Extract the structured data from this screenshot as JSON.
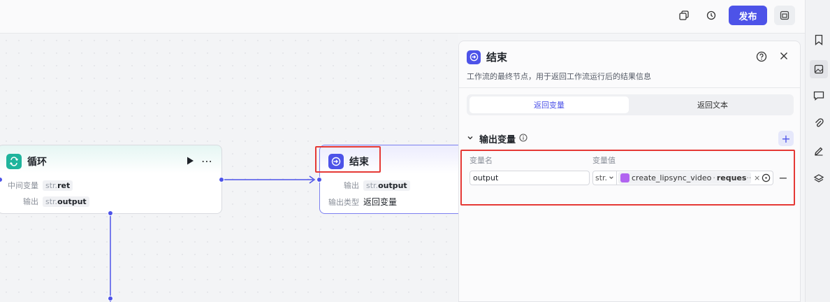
{
  "topbar": {
    "publish_label": "发布"
  },
  "nodes": {
    "loop": {
      "title": "循环",
      "rows": [
        {
          "key": "中间变量",
          "type": "str.",
          "name": "ret"
        },
        {
          "key": "输出",
          "type": "str.",
          "name": "output"
        }
      ]
    },
    "end": {
      "title": "结束",
      "output_key": "输出",
      "output_type": "str.",
      "output_name": "output",
      "return_type_key": "输出类型",
      "return_type_value": "返回变量"
    }
  },
  "panel": {
    "title": "结束",
    "description": "工作流的最终节点，用于返回工作流运行后的结果信息",
    "tabs": [
      "返回变量",
      "返回文本"
    ],
    "section_title": "输出变量",
    "col_name": "变量名",
    "col_value": "变量值",
    "var_name": "output",
    "var_type": "str.",
    "ref_node": "create_lipsync_video",
    "ref_field": "reques",
    "ref_suffix": "···"
  },
  "colors": {
    "accent": "#4d53e8",
    "loop": "#1fb49c",
    "highlight": "#e53935"
  }
}
